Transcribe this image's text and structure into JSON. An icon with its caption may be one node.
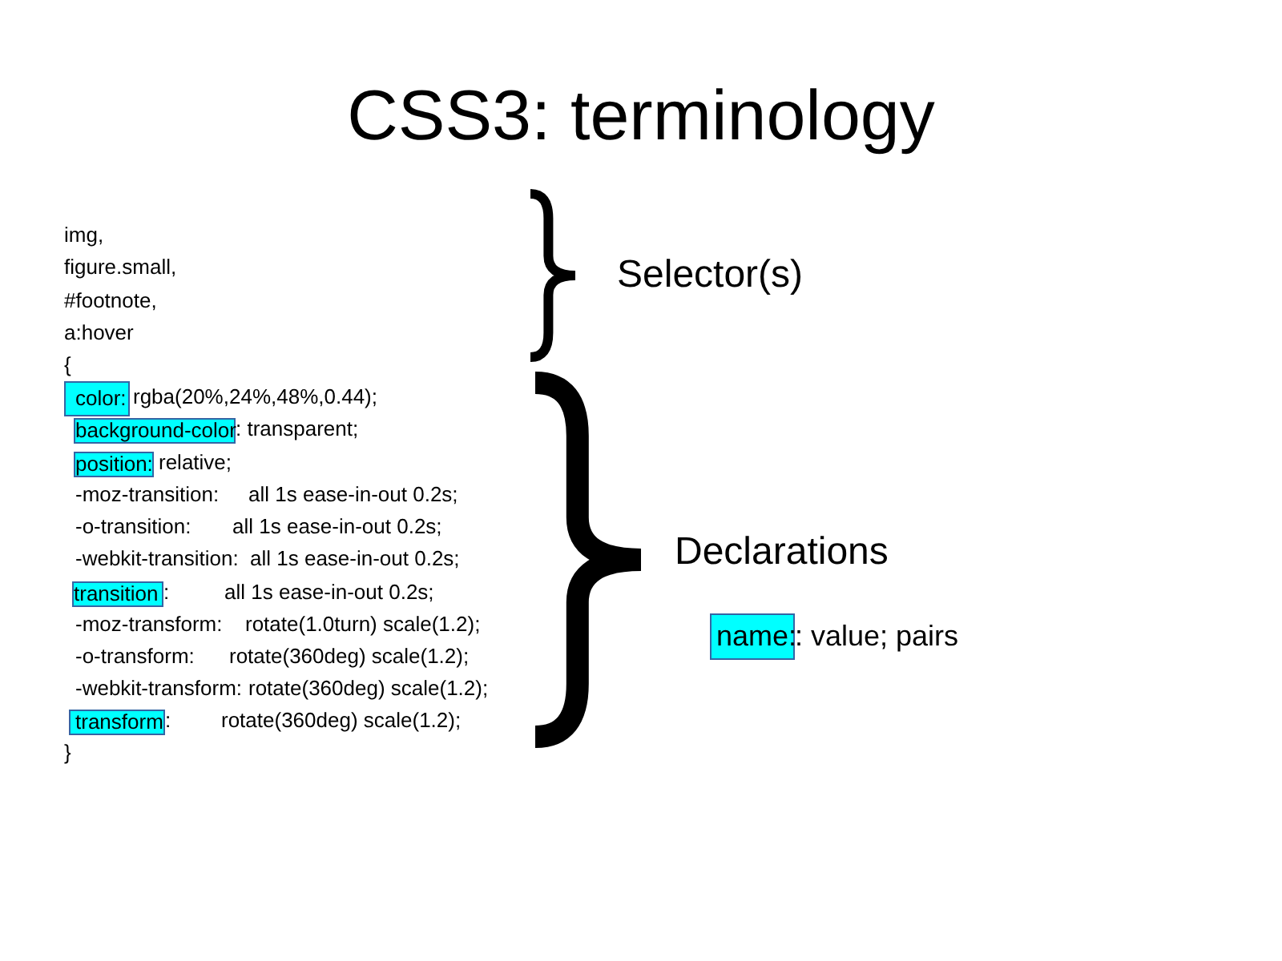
{
  "diagram": {
    "title": "CSS3: terminology",
    "nodes": [
      {
        "text": [
          "color:"
        ]
      },
      {
        "text": [
          "background-color"
        ]
      },
      {
        "text": [
          "position:"
        ]
      },
      {
        "text": [
          "transition"
        ]
      },
      {
        "text": [
          "transform"
        ]
      },
      {
        "text": [
          "name:"
        ]
      }
    ],
    "labels": [
      "img,",
      "figure.small,",
      "#footnote,",
      "a:hover",
      "{",
      "rgba(20%,24%,48%,0.44);",
      ": transparent;",
      "relative;",
      "-moz-transition:",
      "all 1s ease-in-out 0.2s;",
      "-o-transition:",
      "all 1s ease-in-out 0.2s;",
      "-webkit-transition:",
      "all 1s ease-in-out 0.2s;",
      ":",
      "all 1s ease-in-out 0.2s;",
      "-moz-transform:",
      "rotate(1.0turn) scale(1.2);",
      "-o-transform:",
      "rotate(360deg) scale(1.2);",
      "-webkit-transform:",
      "rotate(360deg) scale(1.2);",
      ":",
      "rotate(360deg) scale(1.2);",
      "}",
      "Selector(s)",
      "Declarations",
      ": value; pairs"
    ]
  }
}
